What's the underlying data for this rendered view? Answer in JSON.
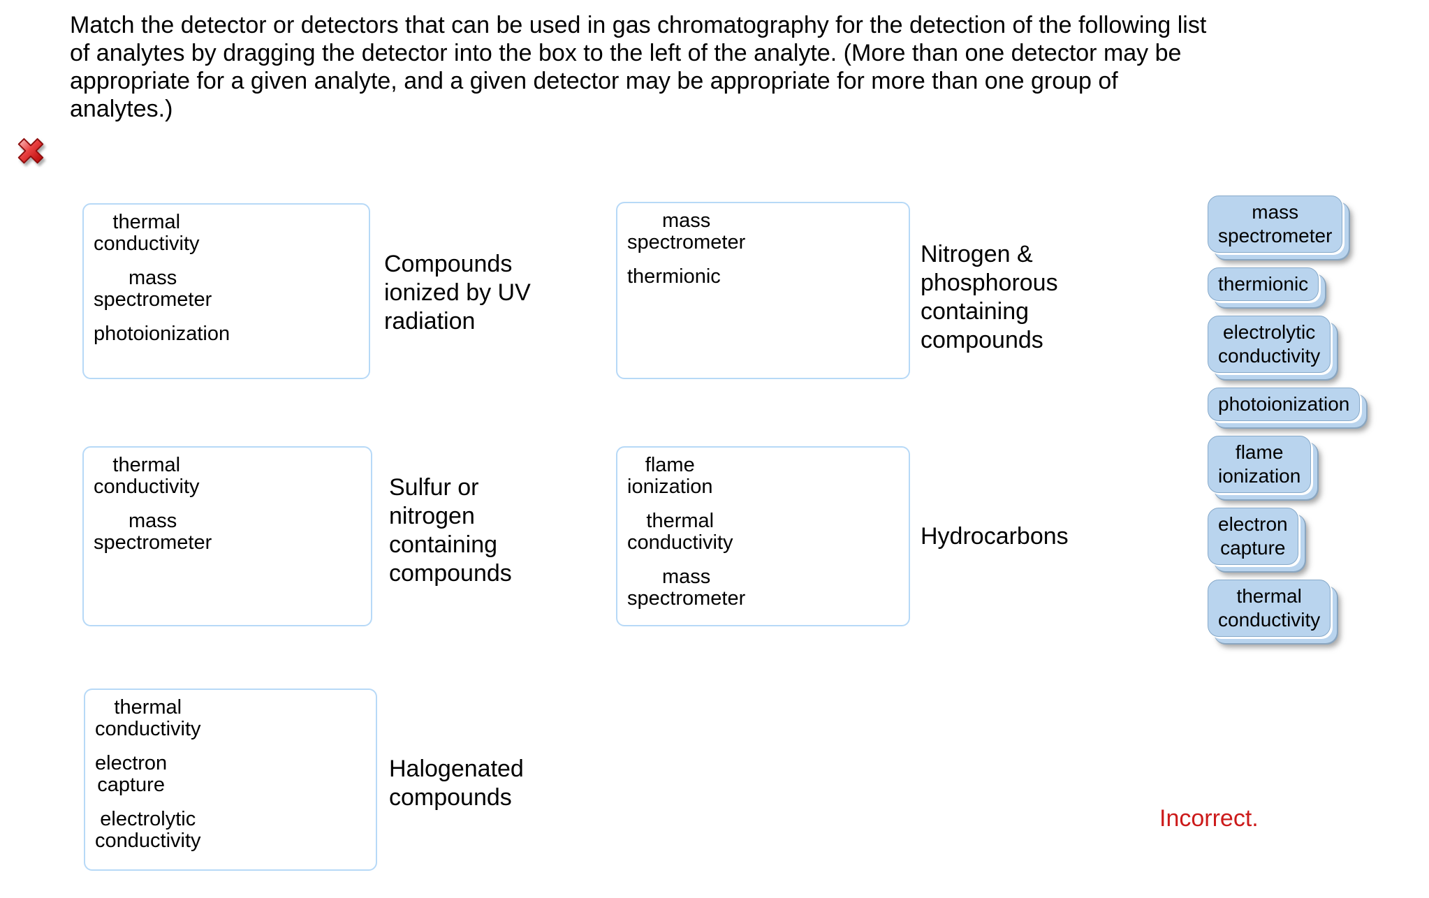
{
  "question": "Match the detector or detectors that can be used in gas chromatography for the detection of the following list\nof analytes by dragging the detector into the box to the left of the analyte. (More than one detector may be\nappropriate for a given analyte, and a given detector may be appropriate for more than one group of\nanalytes.)",
  "groups": [
    {
      "analyte": "Compounds\nionized by UV\nradiation",
      "dropped": [
        "thermal\nconductivity",
        "mass\nspectrometer",
        "photoionization"
      ]
    },
    {
      "analyte": "Nitrogen &\nphosphorous\ncontaining\ncompounds",
      "dropped": [
        "mass\nspectrometer",
        "thermionic"
      ]
    },
    {
      "analyte": "Sulfur or\nnitrogen\ncontaining\ncompounds",
      "dropped": [
        "thermal\nconductivity",
        "mass\nspectrometer"
      ]
    },
    {
      "analyte": "Hydrocarbons",
      "dropped": [
        "flame\nionization",
        "thermal\nconductivity",
        "mass\nspectrometer"
      ]
    },
    {
      "analyte": "Halogenated\ncompounds",
      "dropped": [
        "thermal\nconductivity",
        "electron\ncapture",
        "electrolytic\nconductivity"
      ]
    }
  ],
  "palette": {
    "chips": [
      "mass\nspectrometer",
      "thermionic",
      "electrolytic\nconductivity",
      "photoionization",
      "flame\nionization",
      "electron\ncapture",
      "thermal\nconductivity"
    ]
  },
  "status": {
    "label": "Incorrect."
  },
  "icons": {
    "result_marker": "red-x-icon"
  },
  "colors": {
    "chip_fill": "#b9d4ee",
    "chip_border": "#86a9c9",
    "zone_border": "#b7d9f7",
    "incorrect_red": "#cc1a1a",
    "x_icon_red": "#cc0000"
  }
}
